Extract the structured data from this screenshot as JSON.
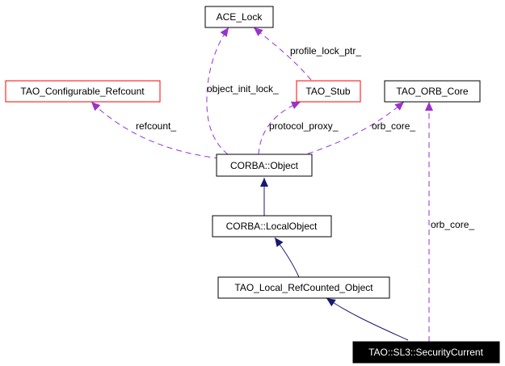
{
  "colors": {
    "usage_edge": "#9a32cd",
    "inheritance_edge": "#191970",
    "red_border": "#ff0000",
    "selected_fill": "#000000",
    "selected_text": "#ffffff"
  },
  "nodes": {
    "ace_lock": "ACE_Lock",
    "configurable_refcount": "TAO_Configurable_Refcount",
    "stub": "TAO_Stub",
    "orb_core": "TAO_ORB_Core",
    "corba_object": "CORBA::Object",
    "local_object": "CORBA::LocalObject",
    "local_refcounted": "TAO_Local_RefCounted_Object",
    "security_current": "TAO::SL3::SecurityCurrent"
  },
  "edge_labels": {
    "profile_lock_ptr": "profile_lock_ptr_",
    "object_init_lock": "object_init_lock_",
    "refcount": "refcount_",
    "protocol_proxy": "protocol_proxy_",
    "orb_core_object": "orb_core_",
    "orb_core_current": "orb_core_"
  }
}
